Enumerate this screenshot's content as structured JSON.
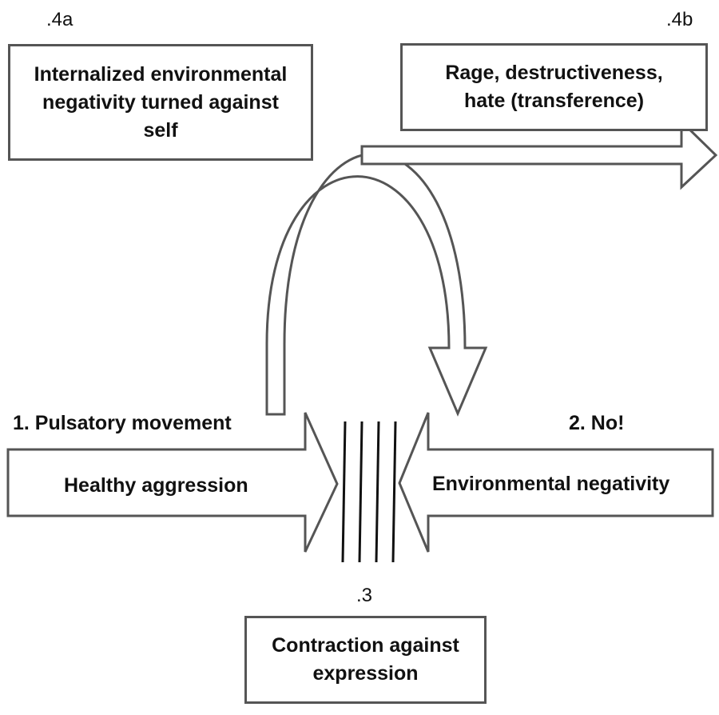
{
  "boxes": {
    "box_4a": {
      "number": ".4a",
      "lines": [
        "Internalized environmental",
        "negativity turned against",
        "self"
      ]
    },
    "box_4b": {
      "number": ".4b",
      "lines": [
        "Rage, destructiveness,",
        "hate (transference)"
      ]
    },
    "box_3": {
      "number": ".3",
      "lines": [
        "Contraction against",
        "expression"
      ]
    }
  },
  "arrows": {
    "left": {
      "heading": "1.  Pulsatory movement",
      "label": "Healthy aggression"
    },
    "right": {
      "heading": "2. No!",
      "label": "Environmental negativity"
    }
  },
  "colors": {
    "stroke": "#555555",
    "text": "#111111",
    "background": "#ffffff"
  }
}
